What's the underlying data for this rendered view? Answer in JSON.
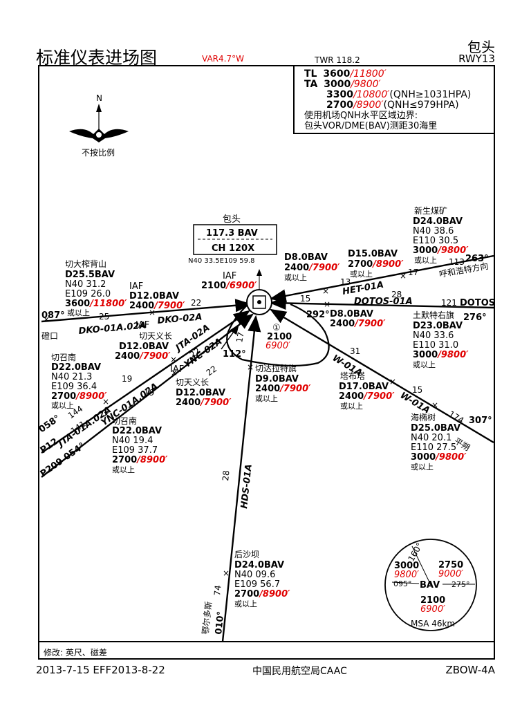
{
  "header": {
    "title": "标准仪表进场图",
    "var": "VAR4.7°W",
    "twr": "TWR 118.2",
    "city": "包头",
    "rwy": "RWY13"
  },
  "tl_box": {
    "tl_label": "TL",
    "ta_label": "TA",
    "tl_value": "3600",
    "tl_ft": "/11800′",
    "ta1_value": "3000",
    "ta1_ft": "/9800′",
    "ta2_value": "3300",
    "ta2_ft": "/10800′",
    "ta2_cond": "(QNH≥1031HPA)",
    "ta3_value": "2700",
    "ta3_ft": "/8900′",
    "ta3_cond": "(QNH≤979HPA)",
    "note1": "使用机场QNH水平区域边界:",
    "note2": "包头VOR/DME(BAV)测距30海里"
  },
  "north": {
    "label": "N",
    "scale_note": "不按比例"
  },
  "vor": {
    "name": "包头",
    "freq": "117.3 BAV",
    "channel": "CH 120X",
    "coords": "N40 33.5E109 59.8"
  },
  "fixes": {
    "iaf_main": {
      "iaf": "IAF",
      "alt": "2100",
      "alt_ft": "/6900′"
    },
    "dkowest": {
      "name": "切大榨背山",
      "dist": "D25.5BAV",
      "n": "N40 31.2",
      "e": "E109 26.0",
      "alt": "3600",
      "alt_ft": "/11800′",
      "above": "或以上"
    },
    "dko_iaf": {
      "iaf": "IAF",
      "dist": "D12.0BAV",
      "alt": "2400",
      "alt_ft": "/7900′"
    },
    "jta_iaf": {
      "iaf": "IAF",
      "name": "切天义长",
      "dist": "D12.0BAV",
      "alt": "2400",
      "alt_ft": "/7900′"
    },
    "jta_far": {
      "name": "切召南",
      "dist": "D22.0BAV",
      "n": "N40 21.3",
      "e": "E109 36.4",
      "alt": "2700",
      "alt_ft": "/8900′",
      "above": "或以上"
    },
    "ync_iaf": {
      "iaf": "IAF",
      "name": "切天义长",
      "dist": "D12.0BAV",
      "alt": "2400",
      "alt_ft": "/7900′"
    },
    "ync_far": {
      "name": "切召南",
      "dist": "D22.0BAV",
      "n": "N40 19.4",
      "e": "E109 37.7",
      "alt": "2700",
      "alt_ft": "/8900′",
      "above": "或以上"
    },
    "het_d8": {
      "dist": "D8.0BAV",
      "alt": "2400",
      "alt_ft": "/7900′",
      "above": "或以上"
    },
    "het_d15": {
      "dist": "D15.0BAV",
      "alt": "2700",
      "alt_ft": "/8900′",
      "above": "或以上"
    },
    "het_far": {
      "name": "新生煤矿",
      "dist": "D24.0BAV",
      "n": "N40 38.6",
      "e": "E110 30.5",
      "alt": "3000",
      "alt_ft": "/9800′",
      "above": "或以上"
    },
    "dotos_far": {
      "name": "土默特右旗",
      "dist": "D23.0BAV",
      "n": "N40 33.6",
      "e": "E110 31.0",
      "alt": "3000",
      "alt_ft": "/9800′",
      "above": "或以上"
    },
    "dotos_d8": {
      "dist": "D8.0BAV",
      "alt": "2400",
      "alt_ft": "/7900′"
    },
    "w_d17": {
      "name": "塔布塔",
      "dist": "D17.0BAV",
      "alt": "2400",
      "alt_ft": "/7900′",
      "above": "或以上"
    },
    "w_far": {
      "name": "海椭树",
      "dist": "D25.0BAV",
      "n": "N40 20.1",
      "e": "E110 27.5",
      "alt": "3000",
      "alt_ft": "/9800′",
      "above": "或以上"
    },
    "hds_d9": {
      "name": "切达拉特旗",
      "dist": "D9.0BAV",
      "alt": "2400",
      "alt_ft": "/7900′",
      "above": "或以上"
    },
    "hds_far": {
      "name": "后沙坝",
      "dist": "D24.0BAV",
      "n": "N40 09.6",
      "e": "E109 56.7",
      "alt": "2700",
      "alt_ft": "/8900′",
      "above": "或以上"
    },
    "hold": {
      "num": "①",
      "alt": "2100",
      "alt_ft": "6900′"
    }
  },
  "routes": {
    "dko_01a": "DKO-01A.02A",
    "dko_02a": "DKO-02A",
    "jta_02a": "JTA-02A",
    "ync_02a": "YNC-02A",
    "jta_01a": "JTA-01A.02A",
    "ync_01a": "YNC-01A.02A",
    "het_01a": "HET-01A",
    "dotos_01a": "DOTOS-01A",
    "w_01a_a": "W-01A",
    "w_01a_b": "W-01A",
    "hds_01a": "HDS-01A"
  },
  "bearings": {
    "b087": "087°",
    "b058": "058°",
    "b054": "054°",
    "b263": "263°",
    "b276": "276°",
    "b307": "307°",
    "b010": "010°",
    "b292": "292°",
    "b112": "112°",
    "p12": "P12",
    "p209": "P209",
    "place_w": "磴口",
    "place_het": "呼和浩特方向",
    "place_w_se": "平朔",
    "place_s": "鄂尔多斯",
    "dotos": "DOTOS"
  },
  "distances": {
    "d25": "25",
    "d22": "22",
    "d19a": "19",
    "d144": "144",
    "d22b": "22",
    "d19b": "19",
    "d141": "141",
    "d113": "113",
    "d17": "17",
    "d13": "13",
    "d28": "28",
    "d121": "121",
    "d15a": "15",
    "d31": "31",
    "d15b": "15",
    "d174": "174",
    "d17b": "17",
    "d28b": "28",
    "d74": "74"
  },
  "msa": {
    "n_alt": "2750",
    "n_ft": "9000′",
    "w_alt": "3000",
    "w_ft": "9800′",
    "s_alt": "2100",
    "s_ft": "6900′",
    "b160": "160°",
    "b095": "095°",
    "b275": "275°",
    "center": "BAV",
    "label": "MSA 46km"
  },
  "footer": {
    "note": "修改: 英尺、磁差",
    "date": "2013-7-15  EFF2013-8-22",
    "caac": "中国民用航空局CAAC",
    "code": "ZBOW-4A"
  }
}
